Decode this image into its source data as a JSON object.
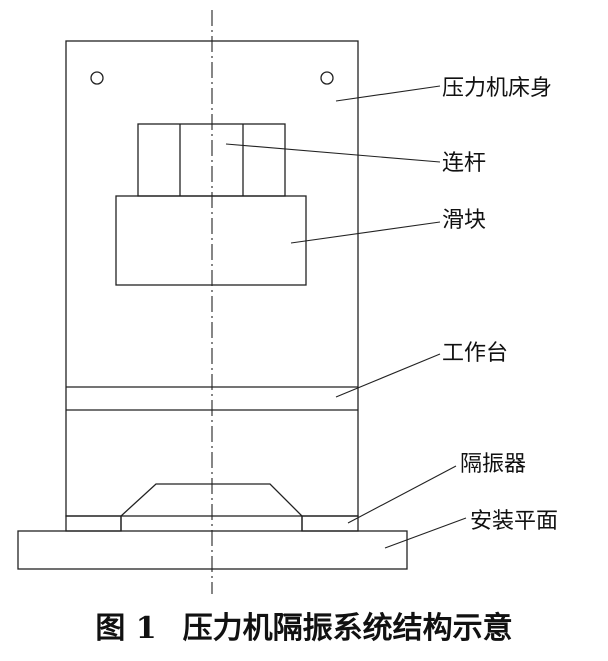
{
  "labels": {
    "frame": "压力机床身",
    "connecting_rod": "连杆",
    "slider": "滑块",
    "worktable": "工作台",
    "isolator": "隔振器",
    "mount_plane": "安装平面"
  },
  "caption": {
    "number": "图 1",
    "title": "压力机隔振系统结构示意"
  }
}
